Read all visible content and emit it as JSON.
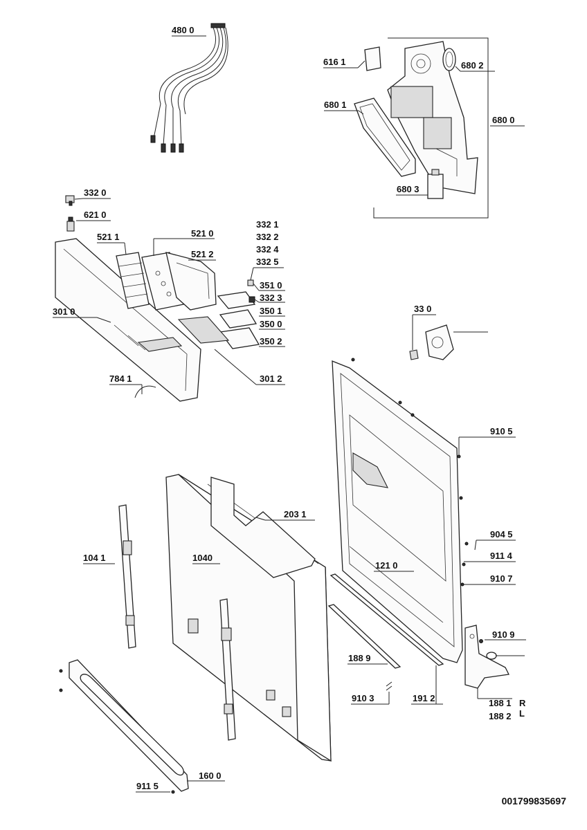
{
  "labels": {
    "l4800": "480 0",
    "l6161": "616 1",
    "l6802": "680 2",
    "l6801": "680 1",
    "l6800": "680 0",
    "l6803": "680 3",
    "l3320": "332 0",
    "l6210": "621 0",
    "l5211": "521 1",
    "l5210": "521 0",
    "l5212": "521 2",
    "l3321": "332 1",
    "l3322": "332 2",
    "l3324": "332 4",
    "l3325": "332 5",
    "l3510": "351 0",
    "l3323": "332 3",
    "l3501": "350 1",
    "l3500": "350 0",
    "l3502": "350 2",
    "l3010": "301 0",
    "l3012": "301 2",
    "l7841": "784 1",
    "l330": "33 0",
    "l9105": "910 5",
    "l2031": "203 1",
    "l1041": "104 1",
    "l1040": "1040",
    "l1210": "121 0",
    "l9045": "904 5",
    "l9114": "911 4",
    "l9107": "910 7",
    "l9109": "910 9",
    "l1889": "188 9",
    "l9103": "910 3",
    "l1912": "191 2",
    "l1881": "188 1",
    "l1882": "188 2",
    "lR": "R",
    "lL": "L",
    "l1600": "160 0",
    "l9115": "911 5"
  },
  "footer": {
    "code": "001799835697"
  }
}
